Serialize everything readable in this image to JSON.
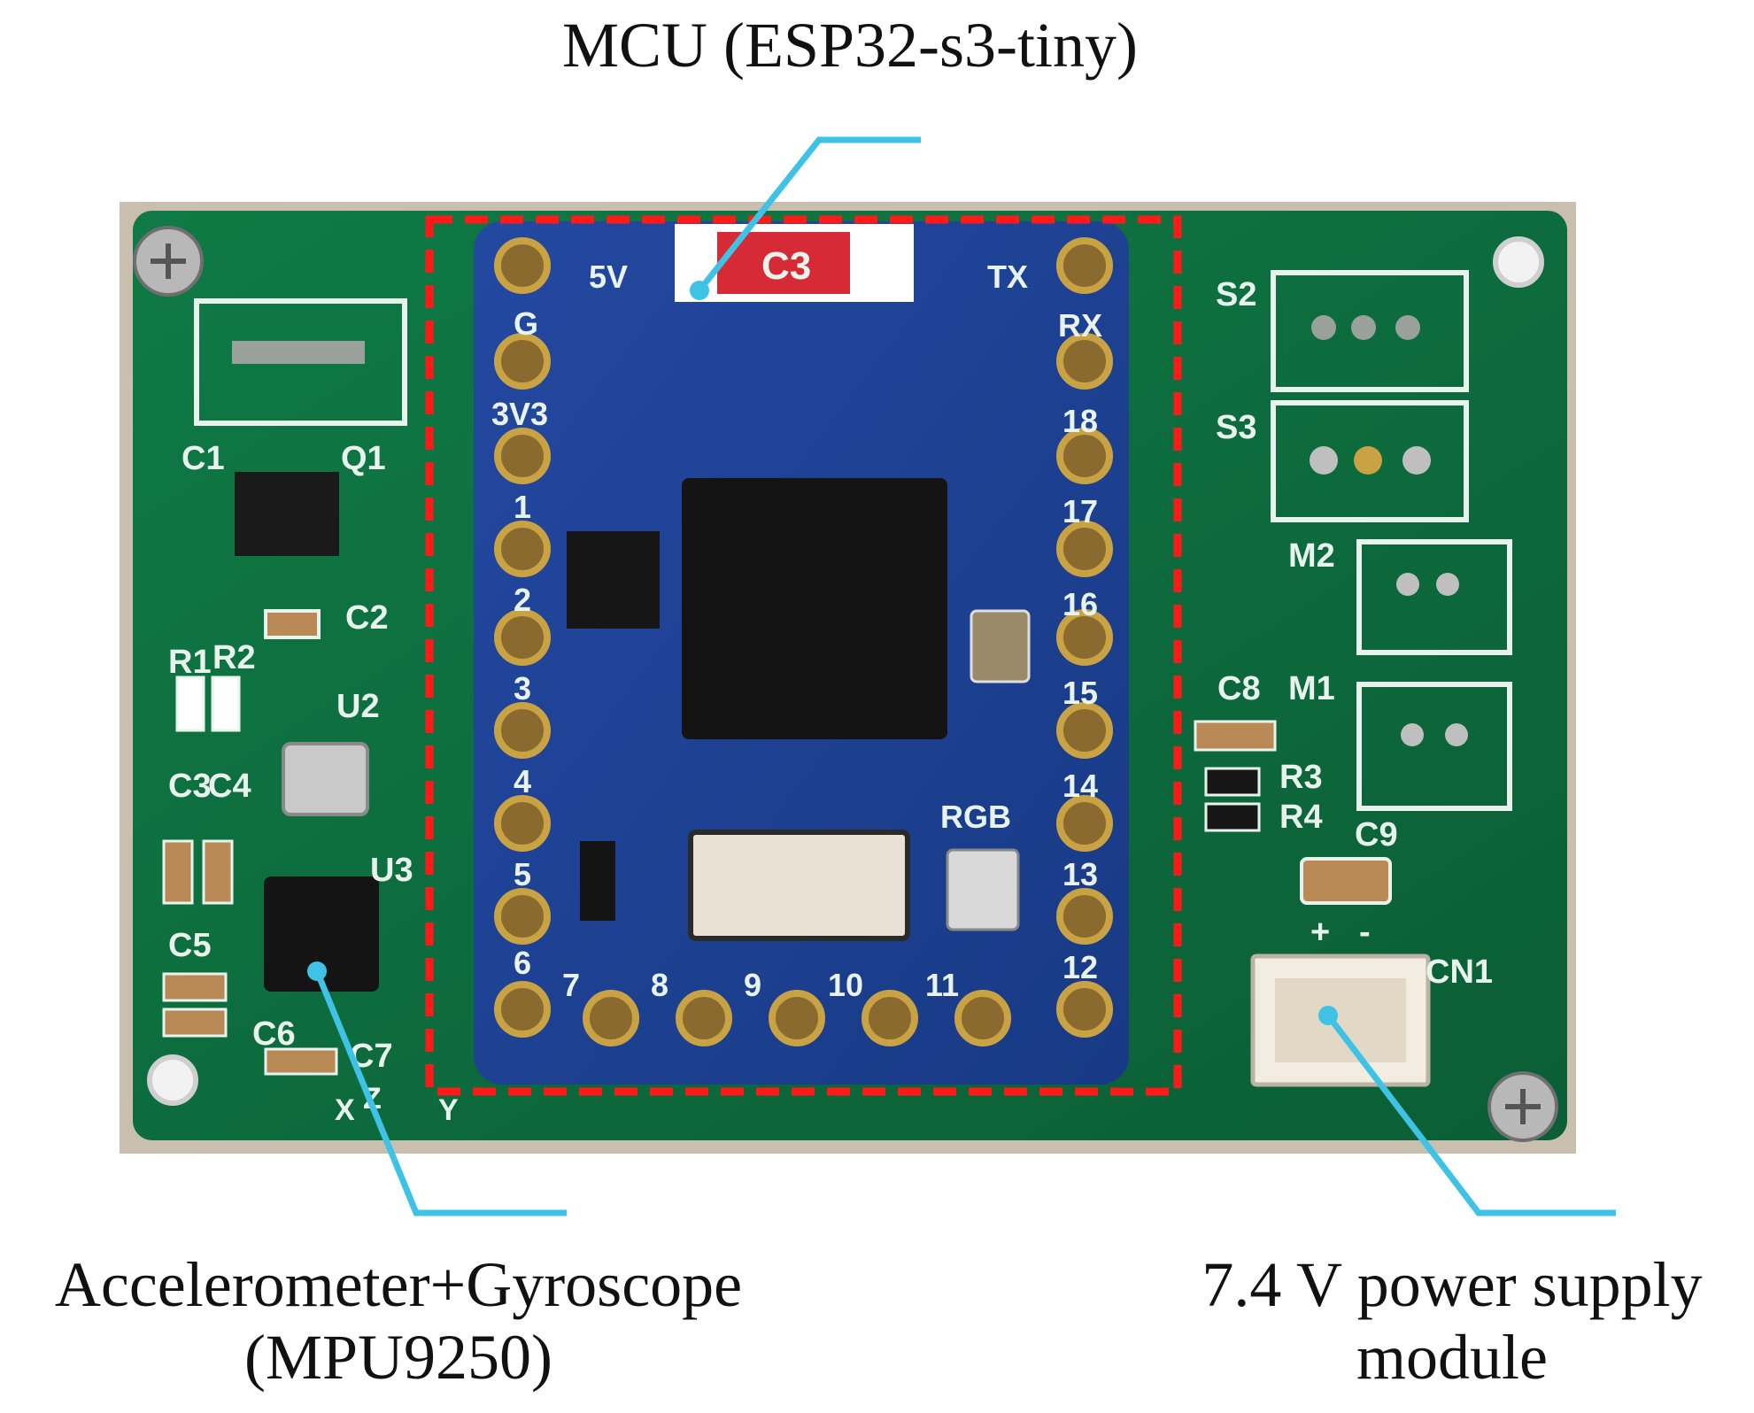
{
  "callouts": {
    "mcu": {
      "line1": "MCU (ESP32-s3-tiny)"
    },
    "imu": {
      "line1": "Accelerometer+Gyroscope",
      "line2": "(MPU9250)"
    },
    "power": {
      "line1": "7.4 V power supply",
      "line2": "module"
    }
  },
  "board": {
    "left_labels": [
      "C1",
      "Q1",
      "C2",
      "R1",
      "R2",
      "U2",
      "C3",
      "C4",
      "U3",
      "C5",
      "C6",
      "C7"
    ],
    "axis_labels": [
      "X",
      "Z",
      "Y"
    ],
    "module_labels": {
      "top_left": [
        "5V",
        "G",
        "3V3"
      ],
      "top_right": [
        "TX",
        "RX"
      ],
      "left_pins": [
        "1",
        "2",
        "3",
        "4",
        "5",
        "6"
      ],
      "right_pins": [
        "18",
        "17",
        "16",
        "15",
        "14",
        "13",
        "12"
      ],
      "bottom_pins": [
        "7",
        "8",
        "9",
        "10",
        "11"
      ],
      "rgb": "RGB",
      "cap": "C3"
    },
    "right_labels": [
      "S2",
      "S3",
      "M2",
      "M1",
      "C8",
      "R3",
      "R4",
      "C9",
      "+",
      "-",
      "CN1"
    ]
  },
  "colors": {
    "pcb_green": "#0f6b3e",
    "module_blue": "#1d3f8f",
    "dashed_box": "#ff1a1a",
    "leader_line": "#3ec3e6",
    "silkscreen": "#e9f3ee"
  }
}
